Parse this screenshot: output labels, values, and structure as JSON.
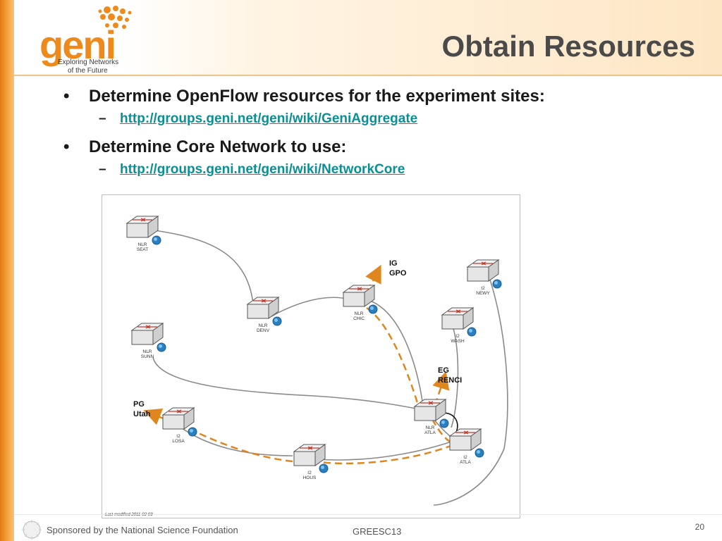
{
  "logo": {
    "word": "geni",
    "tagline": [
      "Exploring Networks",
      "of the Future"
    ]
  },
  "title": "Obtain Resources",
  "bullets": [
    {
      "text": "Determine OpenFlow resources for the experiment sites:",
      "link": "http://groups.geni.net/geni/wiki/GeniAggregate"
    },
    {
      "text": "Determine Core Network to use:",
      "link": "http://groups.geni.net/geni/wiki/NetworkCore"
    }
  ],
  "network_map": {
    "nodes": [
      {
        "id": "nlr-seat",
        "line1": "NLR",
        "line2": "SEAT"
      },
      {
        "id": "nlr-denv",
        "line1": "NLR",
        "line2": "DENV"
      },
      {
        "id": "nlr-chic",
        "line1": "NLR",
        "line2": "CHIC"
      },
      {
        "id": "i2-newy",
        "line1": "I2",
        "line2": "NEWY"
      },
      {
        "id": "i2-wash",
        "line1": "I2",
        "line2": "WASH"
      },
      {
        "id": "nlr-sunn",
        "line1": "NLR",
        "line2": "SUNN"
      },
      {
        "id": "nlr-atla",
        "line1": "NLR",
        "line2": "ATLA"
      },
      {
        "id": "i2-atla",
        "line1": "I2",
        "line2": "ATLA"
      },
      {
        "id": "i2-losa",
        "line1": "I2",
        "line2": "LOSA"
      },
      {
        "id": "i2-hous",
        "line1": "I2",
        "line2": "HOUS"
      }
    ],
    "sites": [
      {
        "id": "ig-gpo",
        "line1": "IG",
        "line2": "GPO"
      },
      {
        "id": "eg-renci",
        "line1": "EG",
        "line2": "RENCI"
      },
      {
        "id": "pg-utah",
        "line1": "PG",
        "line2": "Utah"
      }
    ],
    "last_modified": "Last modified 2011-02-03",
    "colors": {
      "link": "#8a8a8a",
      "path": "#e0861f",
      "switch": "#e6e6e6"
    }
  },
  "footer": {
    "sponsor": "Sponsored by the National Science Foundation",
    "center": "GREESC13",
    "page": "20"
  },
  "colors": {
    "accent": "#ee8a1c",
    "link": "#0b8f96"
  }
}
